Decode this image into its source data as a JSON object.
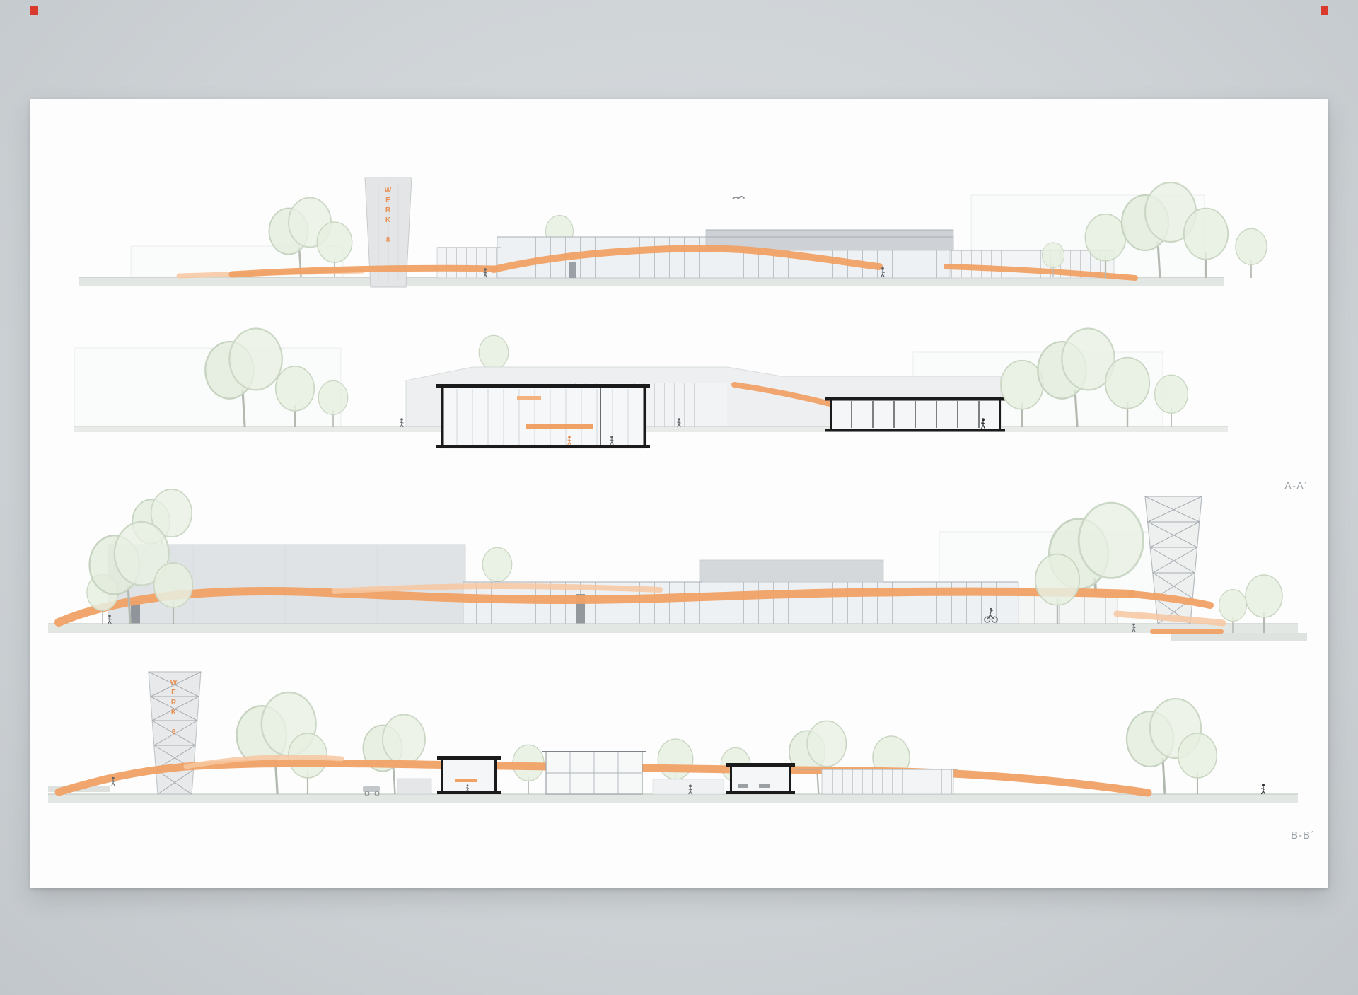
{
  "labels": {
    "tower_sign": "WERK 8",
    "section_aa": "A-A´",
    "section_bb": "B-B´"
  },
  "colors": {
    "background_gray": "#cfd4d7",
    "paper_white": "#fdfdfd",
    "accent_orange": "#f0a166",
    "accent_orange_light": "#f7c7a0",
    "foliage_green": "#e4ecdf",
    "concrete_gray": "#e0e3e5",
    "section_cut_black": "#1b1b1b",
    "label_gray": "#99a1a6",
    "corner_marker_red": "#d93a2b"
  },
  "icons": {
    "tree": "tree-icon",
    "person": "person-figure-icon",
    "cyclist": "cyclist-figure-icon",
    "bird": "bird-icon"
  }
}
